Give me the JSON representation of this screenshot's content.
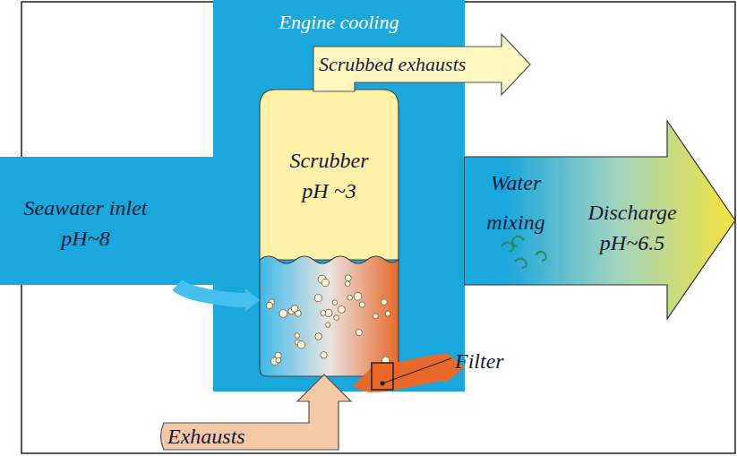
{
  "diagram": {
    "nodes": [
      {
        "text": [
          "Engine cooling"
        ]
      },
      {
        "text": [
          "Scrubber pH ~3"
        ],
        "in": 0
      },
      {
        "text": [
          "Seawater inlet pH~8"
        ]
      },
      {
        "text": [
          "Scrubbed exhausts"
        ]
      },
      {
        "text": [
          "Exhausts"
        ]
      },
      {
        "text": [
          "Discharge pH~6.5"
        ]
      }
    ],
    "edges": [
      {
        "from": 2,
        "to": 1,
        "arrow": "to"
      },
      {
        "from": 1,
        "to": 5,
        "arrow": "to"
      }
    ],
    "labels": [
      "Water mixing",
      "Filter"
    ]
  }
}
